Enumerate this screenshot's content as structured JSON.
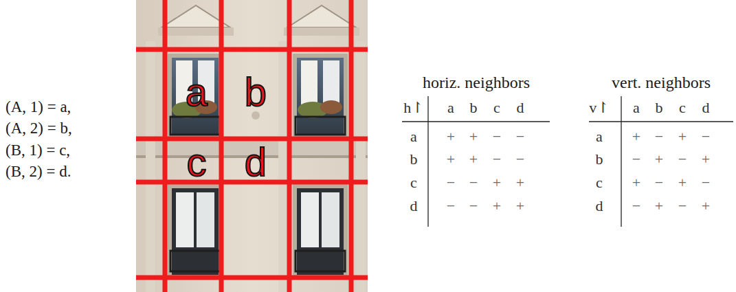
{
  "diagram": {
    "labels": [
      "(A, 1) = a,",
      "(A, 2) = b,",
      "(B, 1) = c,",
      "(B, 2) = d.",
      "a",
      "b",
      "c",
      "d",
      "horiz. neighbors",
      "h↾",
      "a",
      "b",
      "c",
      "d",
      "a",
      "+",
      "+",
      "−",
      "−",
      "b",
      "+",
      "+",
      "−",
      "−",
      "c",
      "−",
      "−",
      "+",
      "+",
      "d",
      "−",
      "−",
      "+",
      "+",
      "vert. neighbors",
      "v↾",
      "a",
      "b",
      "c",
      "d",
      "a",
      "+",
      "−",
      "+",
      "−",
      "b",
      "−",
      "+",
      "−",
      "+",
      "c",
      "+",
      "−",
      "+",
      "−",
      "d",
      "−",
      "+",
      "−",
      "+"
    ]
  }
}
